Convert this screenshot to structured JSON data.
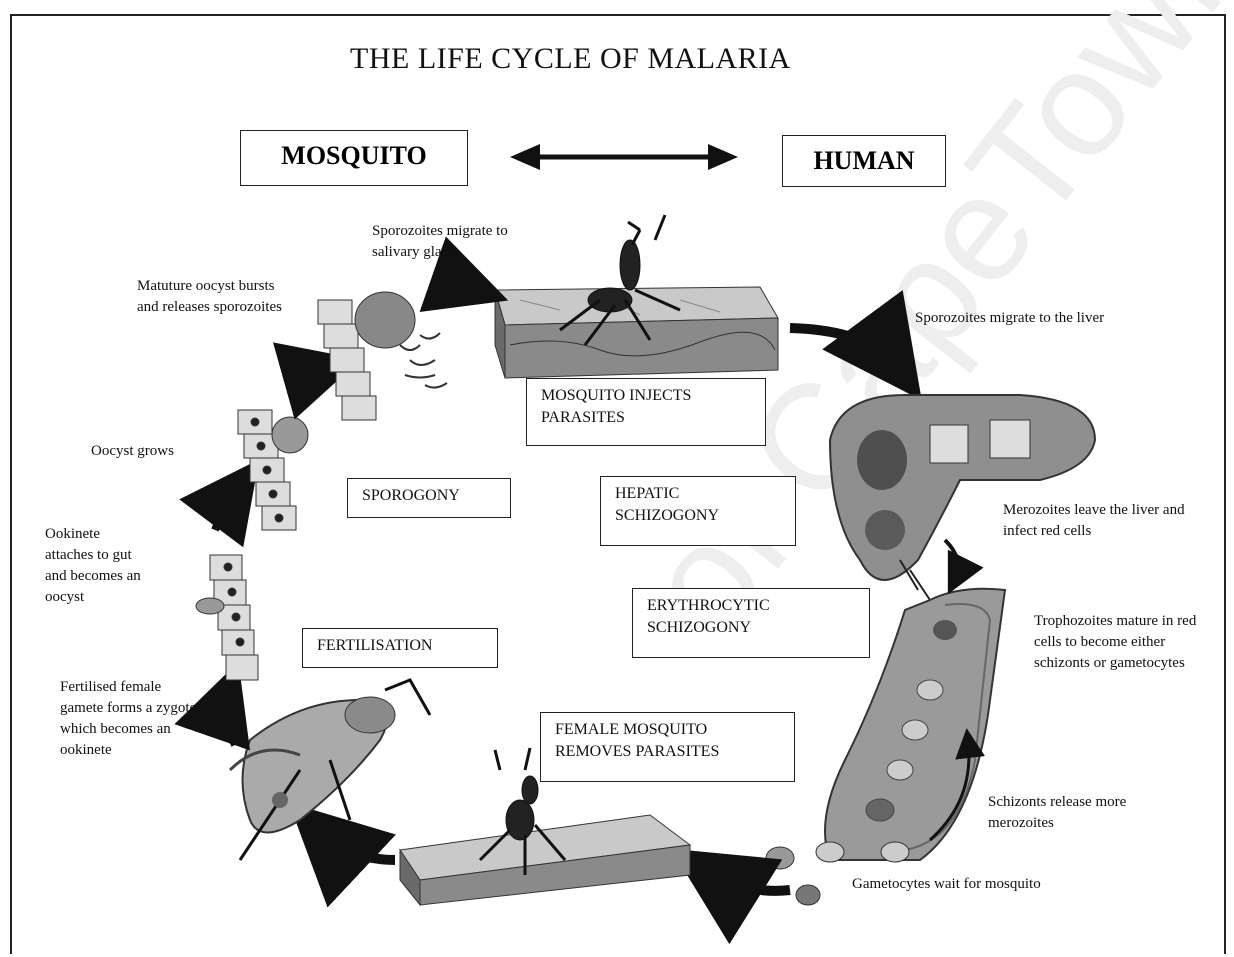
{
  "title": "THE LIFE CYCLE OF MALARIA",
  "header": {
    "left": "MOSQUITO",
    "right": "HUMAN"
  },
  "stages": {
    "injects": "MOSQUITO INJECTS PARASITES",
    "sporogony": "SPOROGONY",
    "hepatic": "HEPATIC SCHIZOGONY",
    "erythrocytic": "ERYTHROCYTIC SCHIZOGONY",
    "fertilisation": "FERTILISATION",
    "removes": "FEMALE MOSQUITO REMOVES PARASITES"
  },
  "labels": {
    "sporozoites_salivary": "Sporozoites migrate to salivary gland",
    "mature_oocyst": "Matuture oocyst bursts and releases sporozoites",
    "oocyst_grows": "Oocyst grows",
    "ookinete_attaches": "Ookinete attaches to gut and becomes an oocyst",
    "fertilised_gamete": "Fertilised female gamete forms a zygote which becomes an ookinete",
    "sporozoites_liver": "Sporozoites migrate to the liver",
    "merozoites_leave": "Merozoites leave the liver and infect red cells",
    "trophozoites": "Trophozoites mature in red cells to become either schizonts or gametocytes",
    "schizonts_release": "Schizonts release more merozoites",
    "gametocytes_wait": "Gametocytes wait for mosquito"
  },
  "watermark": "of CapeTown"
}
